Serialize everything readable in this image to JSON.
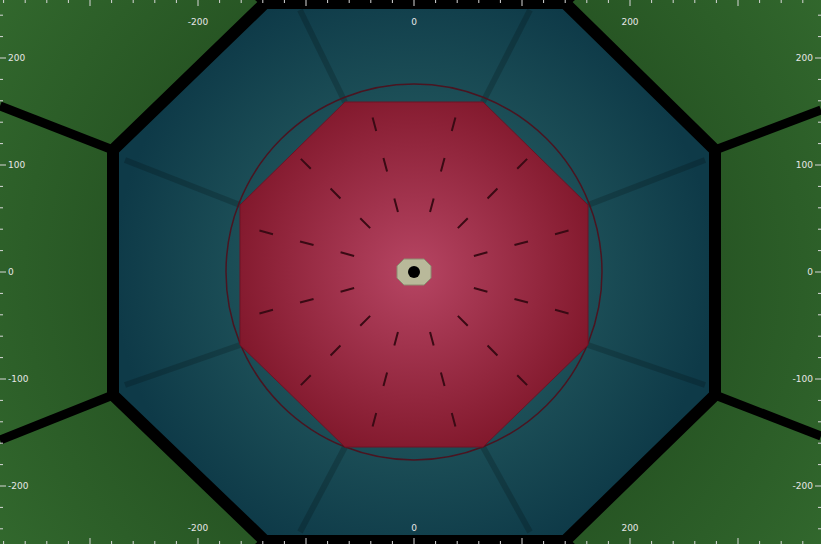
{
  "diagram": {
    "labels": [
      "-200",
      "0",
      "200",
      "200",
      "100",
      "0",
      "-100",
      "-200",
      "200",
      "100",
      "0",
      "-100",
      "-200",
      "-200",
      "0",
      "200"
    ]
  }
}
